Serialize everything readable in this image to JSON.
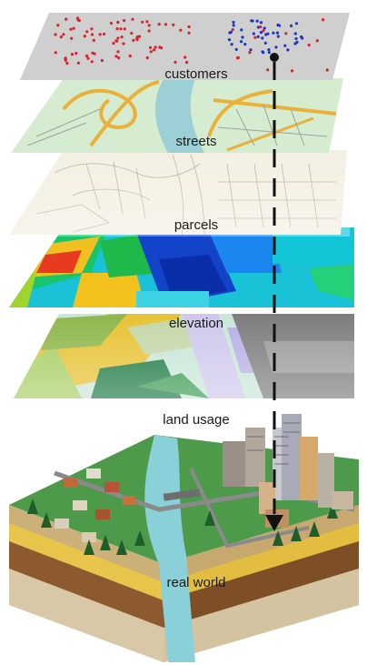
{
  "diagram": {
    "layers": [
      {
        "id": "customers",
        "label": "customers",
        "color": "#cfcfcf"
      },
      {
        "id": "streets",
        "label": "streets",
        "color": "#d6ecd0"
      },
      {
        "id": "parcels",
        "label": "parcels",
        "color": "#f3efe2"
      },
      {
        "id": "elevation",
        "label": "elevation",
        "color": "#19c2d6"
      },
      {
        "id": "land-usage",
        "label": "land usage",
        "color": "#c9e6d8"
      },
      {
        "id": "real-world",
        "label": "real world",
        "color": "#3f8f4a"
      }
    ],
    "colors": {
      "customer_dot_red": "#d8232a",
      "customer_dot_blue": "#1a36c8",
      "street_yellow": "#e8b23a",
      "river": "#8ad0d8",
      "arrow": "#111111"
    }
  }
}
